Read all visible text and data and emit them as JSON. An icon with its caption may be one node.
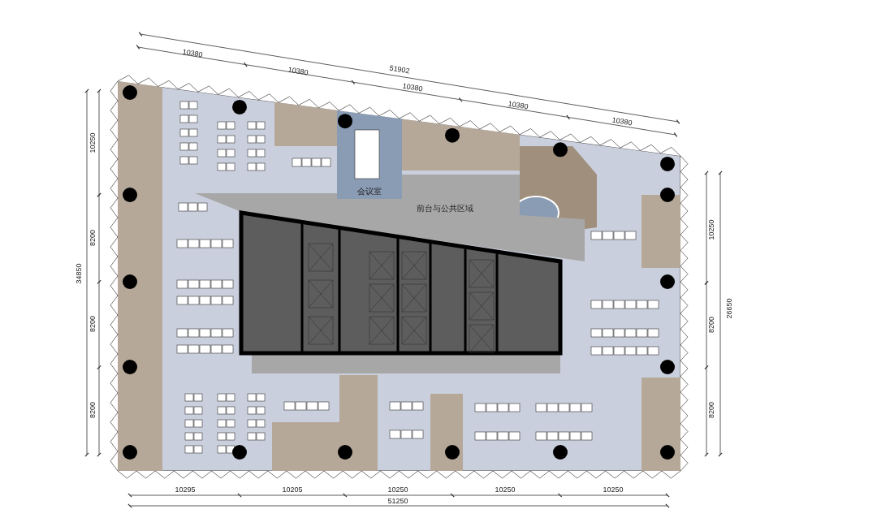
{
  "diagram": {
    "labels": [
      "10380",
      "10380",
      "51902",
      "10380",
      "10380",
      "10380",
      "10250",
      "8200",
      "8200",
      "8200",
      "34850",
      "10250",
      "8200",
      "8200",
      "26650",
      "会议室",
      "前台与公共区域",
      "10295",
      "10205",
      "10250",
      "10250",
      "10250",
      "51250"
    ]
  }
}
